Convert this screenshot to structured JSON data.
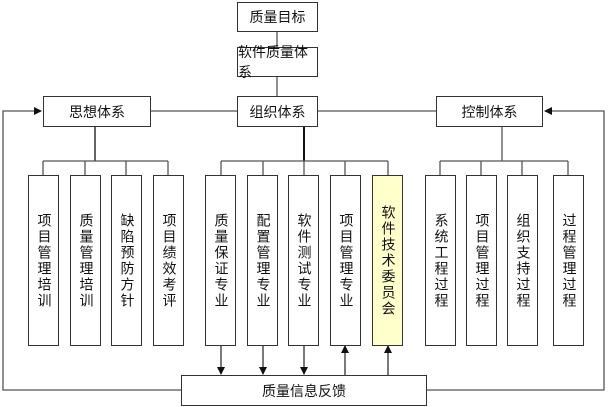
{
  "title_box": "质量目标",
  "system_box": "软件质量体系",
  "branches": [
    {
      "label": "思想体系",
      "children": [
        "项目管理培训",
        "质量管理培训",
        "缺陷预防方针",
        "项目绩效考评"
      ]
    },
    {
      "label": "组织体系",
      "children": [
        "质量保证专业",
        "配置管理专业",
        "软件测试专业",
        "项目管理专业",
        "软件技术委员会"
      ]
    },
    {
      "label": "控制体系",
      "children": [
        "系统工程过程",
        "项目管理过程",
        "组织支持过程",
        "过程管理过程"
      ]
    }
  ],
  "feedback_box": "质量信息反馈",
  "highlight_color": "#ffffcc",
  "line_color": "#555555"
}
